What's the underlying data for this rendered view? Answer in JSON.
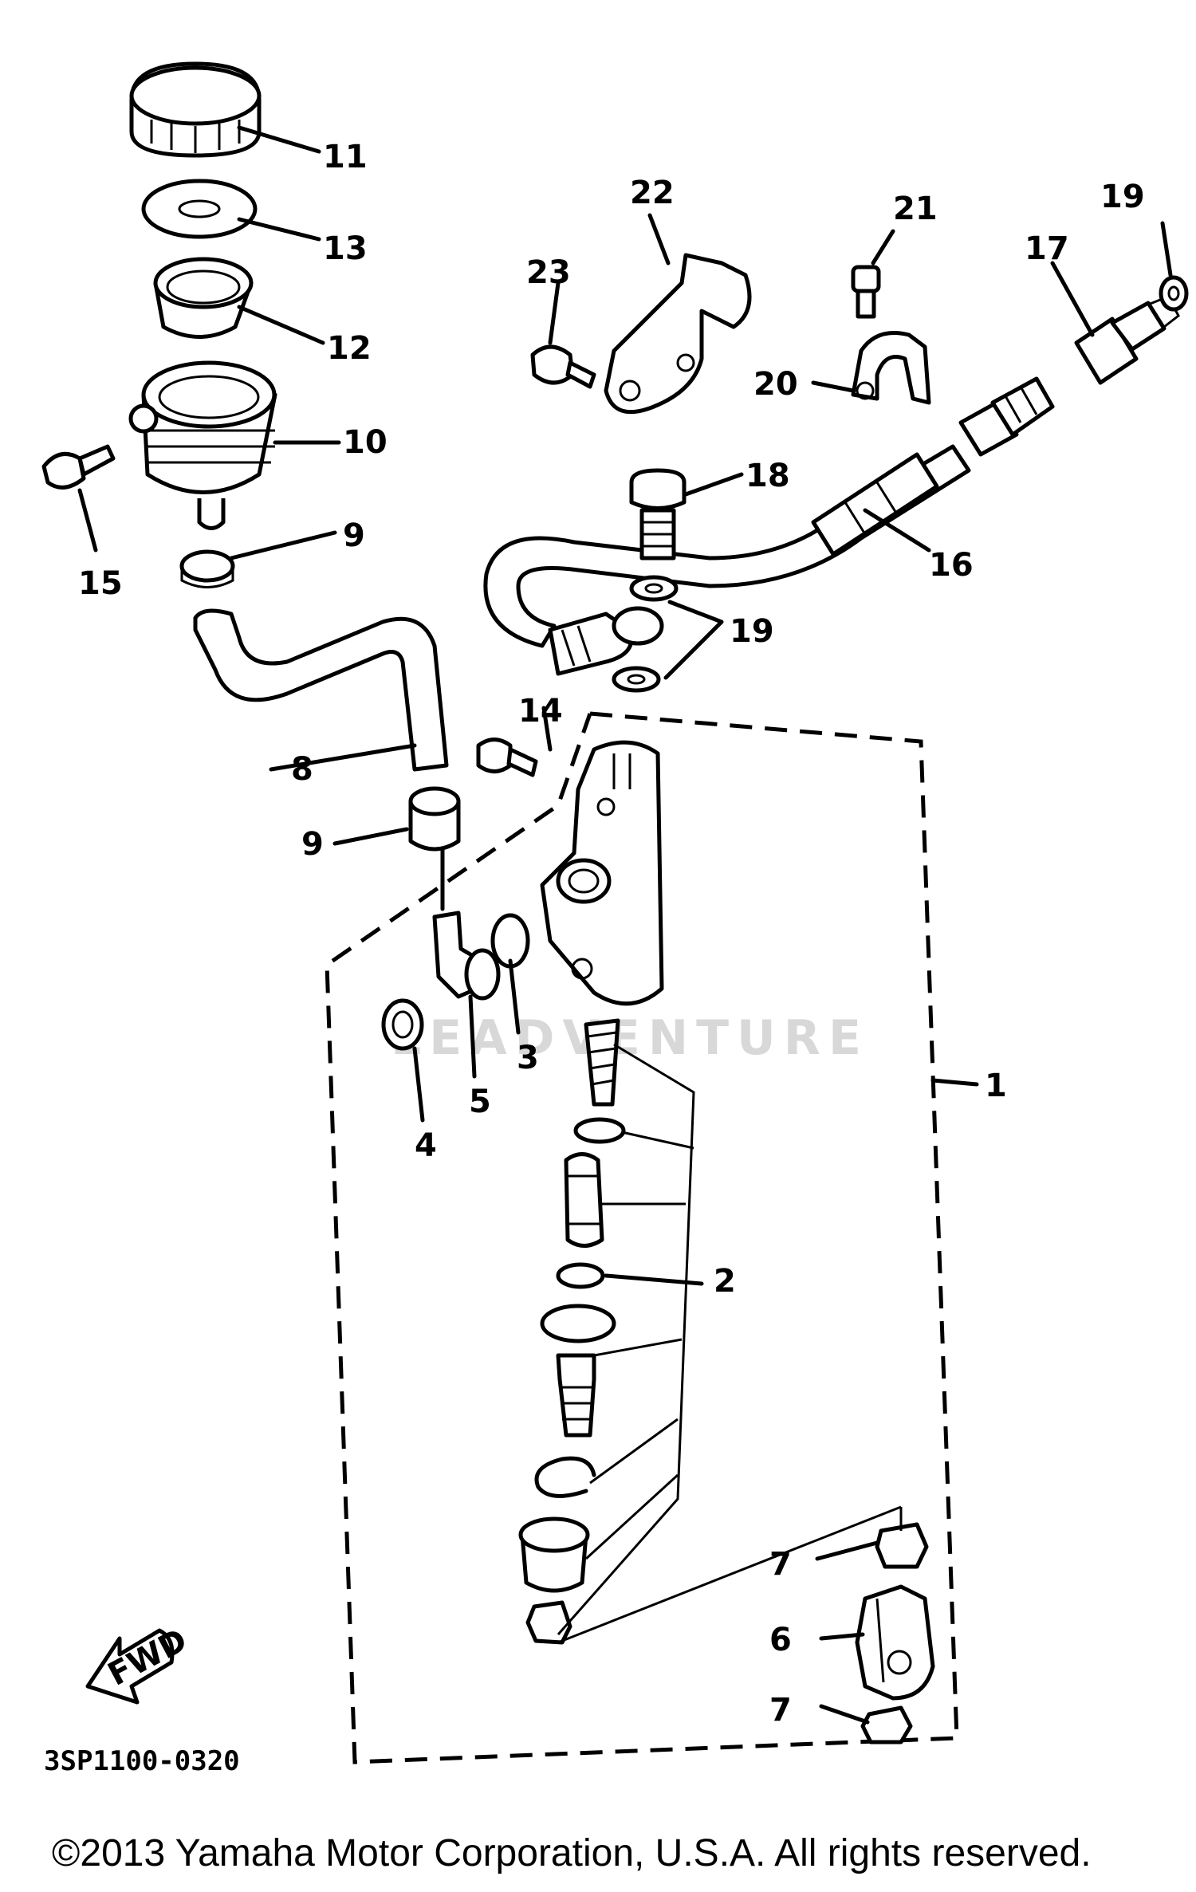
{
  "diagram": {
    "callouts": [
      "1",
      "2",
      "3",
      "4",
      "5",
      "6",
      "7",
      "8",
      "9",
      "10",
      "11",
      "12",
      "13",
      "14",
      "15",
      "16",
      "17",
      "18",
      "19",
      "20",
      "21",
      "22",
      "23"
    ],
    "drawing_code": "3SP1100-0320",
    "fwd_label": "FWD",
    "watermark": "LEADVENTURE",
    "copyright": "©2013 Yamaha Motor Corporation, U.S.A. All rights reserved."
  }
}
